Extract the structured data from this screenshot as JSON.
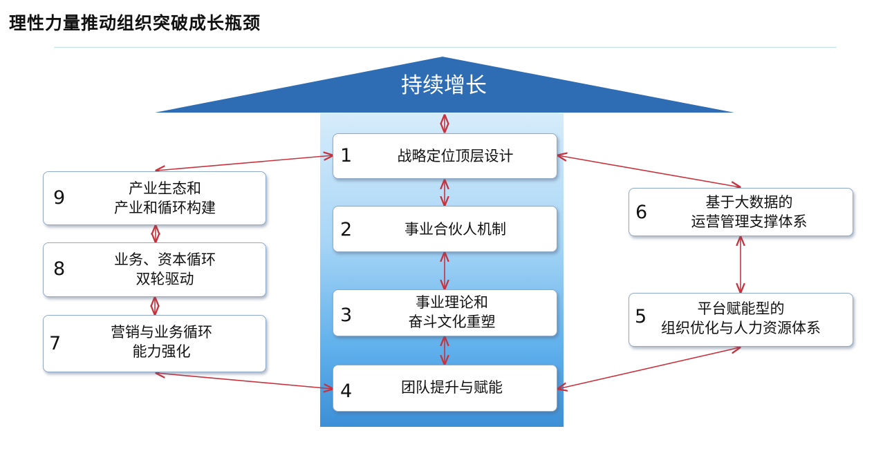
{
  "title": "理性力量推动组织突破成长瓶颈",
  "arrow_label": "持续增长",
  "colors": {
    "arrow": "#2e6db4",
    "connector": "#c8323c",
    "box_border": "#8fa9c8"
  },
  "boxes": [
    {
      "num": "1",
      "lines": [
        "战略定位顶层设计"
      ]
    },
    {
      "num": "2",
      "lines": [
        "事业合伙人机制"
      ]
    },
    {
      "num": "3",
      "lines": [
        "事业理论和",
        "奋斗文化重塑"
      ]
    },
    {
      "num": "4",
      "lines": [
        "团队提升与赋能"
      ]
    },
    {
      "num": "5",
      "lines": [
        "平台赋能型的",
        "组织优化与人力资源体系"
      ]
    },
    {
      "num": "6",
      "lines": [
        "基于大数据的",
        "运营管理支撑体系"
      ]
    },
    {
      "num": "7",
      "lines": [
        "营销与业务循环",
        "能力强化"
      ]
    },
    {
      "num": "8",
      "lines": [
        "业务、资本循环",
        "双轮驱动"
      ]
    },
    {
      "num": "9",
      "lines": [
        "产业生态和",
        "产业和循环构建"
      ]
    }
  ]
}
